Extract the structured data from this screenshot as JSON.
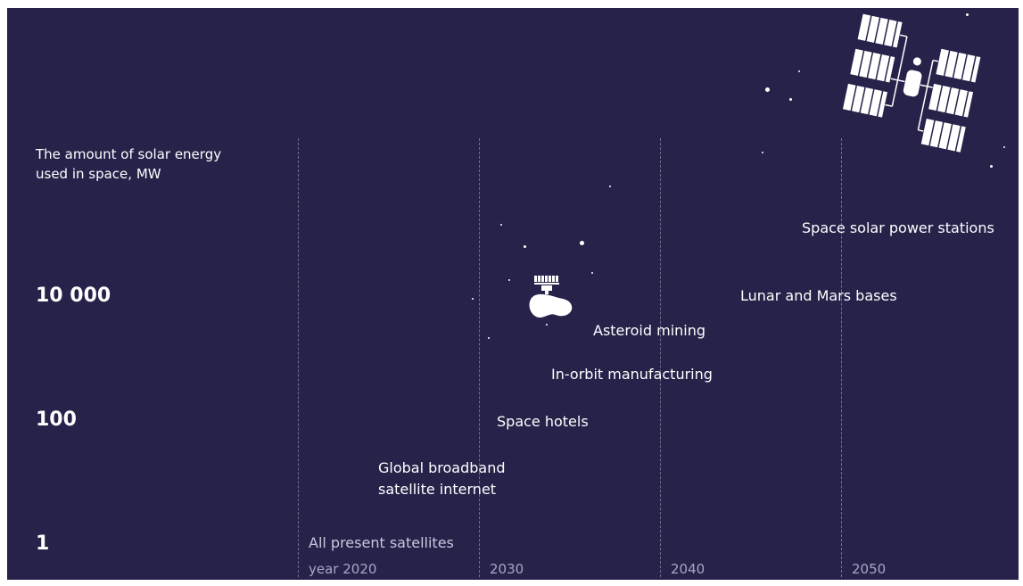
{
  "chart_data": {
    "type": "scatter",
    "ylabel": "The amount of solar energy used in space, MW",
    "yscale": "log",
    "yticks": [
      "10 000",
      "100",
      "1"
    ],
    "xticks": [
      "year 2020",
      "2030",
      "2040",
      "2050"
    ],
    "grid": true,
    "points": [
      {
        "label": "All present satellites",
        "x": 2020,
        "y": 1
      },
      {
        "label": "Global broadband satellite internet",
        "x": 2024,
        "y": 10
      },
      {
        "label": "Space hotels",
        "x": 2031,
        "y": 100
      },
      {
        "label": "In-orbit manufacturing",
        "x": 2034,
        "y": 500
      },
      {
        "label": "Asteroid mining",
        "x": 2036,
        "y": 2000
      },
      {
        "label": "Lunar and Mars bases",
        "x": 2045,
        "y": 10000
      },
      {
        "label": "Space solar power stations",
        "x": 2048,
        "y": 100000
      }
    ]
  },
  "icons": [
    "satellite-icon",
    "asteroid-mining-icon",
    "star-icon"
  ],
  "colors": {
    "background": "#26224a",
    "text": "#ffffff",
    "muted": "#a9a5c4"
  }
}
